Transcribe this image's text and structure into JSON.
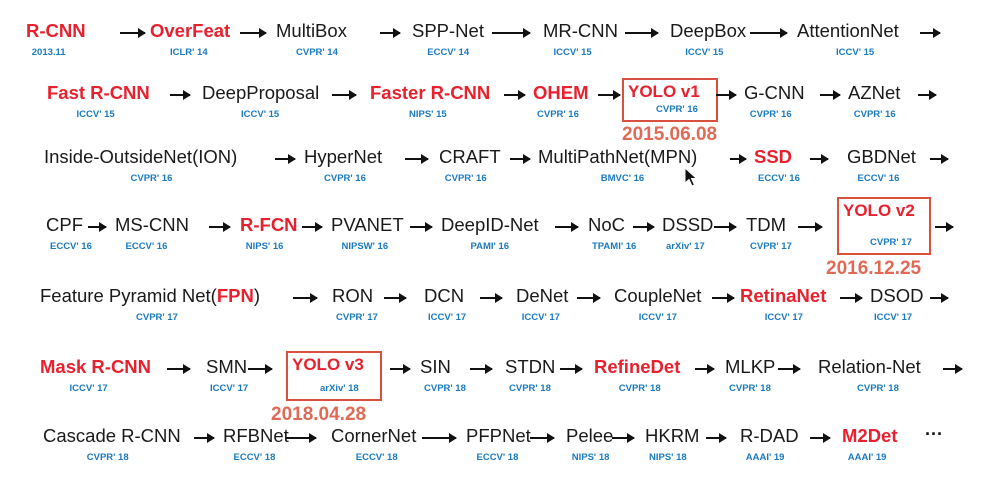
{
  "rows": [
    {
      "items": [
        {
          "name": "R-CNN",
          "venue": "2013.11",
          "hl": true
        },
        {
          "name": "OverFeat",
          "venue": "ICLR' 14",
          "hl": true
        },
        {
          "name": "MultiBox",
          "venue": "CVPR' 14"
        },
        {
          "name": "SPP-Net",
          "venue": "ECCV' 14"
        },
        {
          "name": "MR-CNN",
          "venue": "ICCV' 15"
        },
        {
          "name": "DeepBox",
          "venue": "ICCV' 15"
        },
        {
          "name": "AttentionNet",
          "venue": "ICCV' 15"
        }
      ],
      "trailing_arrow": true
    },
    {
      "items": [
        {
          "name": "Fast R-CNN",
          "venue": "ICCV' 15",
          "hl": true
        },
        {
          "name": "DeepProposal",
          "venue": "ICCV' 15"
        },
        {
          "name": "Faster R-CNN",
          "venue": "NIPS' 15",
          "hl": true
        },
        {
          "name": "OHEM",
          "venue": "CVPR' 16",
          "hl": true
        },
        {
          "name": "YOLO v1",
          "venue": "CVPR' 16",
          "hl": true,
          "boxed": true,
          "date": "2015.06.08"
        },
        {
          "name": "G-CNN",
          "venue": "CVPR' 16"
        },
        {
          "name": "AZNet",
          "venue": "CVPR' 16"
        }
      ],
      "trailing_arrow": true
    },
    {
      "items": [
        {
          "name": "Inside-OutsideNet(ION)",
          "venue": "CVPR' 16"
        },
        {
          "name": "HyperNet",
          "venue": "CVPR' 16"
        },
        {
          "name": "CRAFT",
          "venue": "CVPR' 16"
        },
        {
          "name": "MultiPathNet(MPN)",
          "venue": "BMVC' 16"
        },
        {
          "name": "SSD",
          "venue": "ECCV' 16",
          "hl": true
        },
        {
          "name": "GBDNet",
          "venue": "ECCV' 16"
        }
      ],
      "trailing_arrow": true
    },
    {
      "items": [
        {
          "name": "CPF",
          "venue": "ECCV' 16"
        },
        {
          "name": "MS-CNN",
          "venue": "ECCV' 16"
        },
        {
          "name": "R-FCN",
          "venue": "NIPS' 16",
          "hl": true
        },
        {
          "name": "PVANET",
          "venue": "NIPSW' 16"
        },
        {
          "name": "DeepID-Net",
          "venue": "PAMI' 16"
        },
        {
          "name": "NoC",
          "venue": "TPAMI' 16"
        },
        {
          "name": "DSSD",
          "venue": "arXiv' 17"
        },
        {
          "name": "TDM",
          "venue": "CVPR' 17"
        },
        {
          "name": "YOLO v2",
          "venue": "CVPR' 17",
          "hl": true,
          "boxed": true,
          "date": "2016.12.25"
        }
      ],
      "trailing_arrow": true
    },
    {
      "items": [
        {
          "name_parts": [
            "Feature Pyramid Net(",
            "FPN",
            ")"
          ],
          "venue": "CVPR' 17"
        },
        {
          "name": "RON",
          "venue": "CVPR' 17"
        },
        {
          "name": "DCN",
          "venue": "ICCV' 17"
        },
        {
          "name": "DeNet",
          "venue": "ICCV' 17"
        },
        {
          "name": "CoupleNet",
          "venue": "ICCV' 17"
        },
        {
          "name": "RetinaNet",
          "venue": "ICCV' 17",
          "hl": true
        },
        {
          "name": "DSOD",
          "venue": "ICCV' 17"
        }
      ],
      "trailing_arrow": true
    },
    {
      "items": [
        {
          "name": "Mask R-CNN",
          "venue": "ICCV' 17",
          "hl": true
        },
        {
          "name": "SMN",
          "venue": "ICCV' 17"
        },
        {
          "name": "YOLO v3",
          "venue": "arXiv' 18",
          "hl": true,
          "boxed": true,
          "date": "2018.04.28"
        },
        {
          "name": "SIN",
          "venue": "CVPR' 18"
        },
        {
          "name": "STDN",
          "venue": "CVPR' 18"
        },
        {
          "name": "RefineDet",
          "venue": "CVPR' 18",
          "hl": true
        },
        {
          "name": "MLKP",
          "venue": "CVPR' 18"
        },
        {
          "name": "Relation-Net",
          "venue": "CVPR' 18"
        }
      ],
      "trailing_arrow": true
    },
    {
      "items": [
        {
          "name": "Cascade R-CNN",
          "venue": "CVPR' 18"
        },
        {
          "name": "RFBNet",
          "venue": "ECCV' 18"
        },
        {
          "name": "CornerNet",
          "venue": "ECCV' 18"
        },
        {
          "name": "PFPNet",
          "venue": "ECCV' 18"
        },
        {
          "name": "Pelee",
          "venue": "NIPS' 18"
        },
        {
          "name": "HKRM",
          "venue": "NIPS' 18"
        },
        {
          "name": "R-DAD",
          "venue": "AAAI' 19"
        },
        {
          "name": "M2Det",
          "venue": "AAAI' 19",
          "hl": true
        }
      ],
      "trailing_arrow": false,
      "ellipsis": "···"
    }
  ],
  "colors": {
    "highlight": "#e8212f",
    "venue": "#1a7ac0",
    "box": "#d9503f",
    "date": "#e06a56",
    "text": "#1a1a1a"
  }
}
